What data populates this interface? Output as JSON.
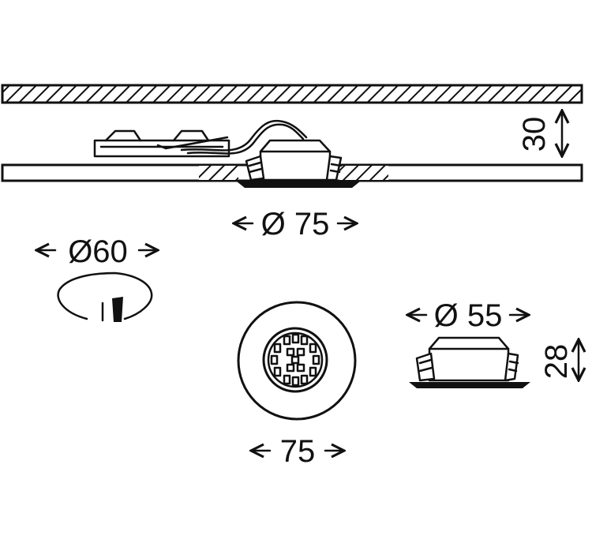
{
  "dimensions": {
    "ceiling_gap": "30",
    "cutout_outer": "Ø 75",
    "cutout_hole": "Ø60",
    "trim_diameter": "Ø 55",
    "trim_height": "28",
    "front_width": "75"
  }
}
